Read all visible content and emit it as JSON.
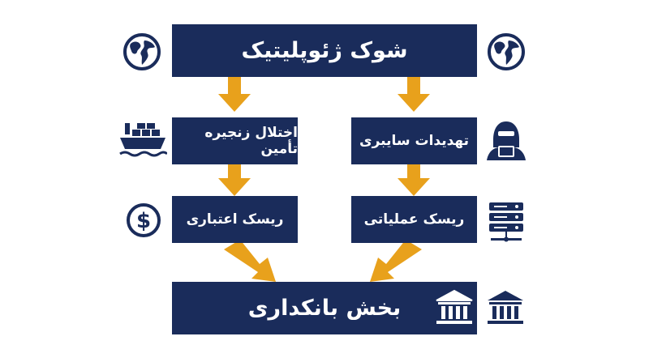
{
  "colors": {
    "box_fill": "#1a2c5b",
    "arrow": "#e8a11c",
    "icon": "#1a2c5b",
    "text": "#ffffff"
  },
  "boxes": {
    "top": "شوک ژئوپلیتیک",
    "supply_chain": "اختلال زنجیره تأمین",
    "cyber": "تهدیدات سایبری",
    "credit_risk": "ریسک اعتباری",
    "operational_risk": "ریسک عملیاتی",
    "bottom": "بخش بانکداری"
  },
  "icons": {
    "top_left": "globe-icon",
    "top_right": "globe-icon",
    "supply_chain": "cargo-ship-icon",
    "cyber": "hacker-icon",
    "credit_risk": "dollar-coin-icon",
    "operational_risk": "server-icon",
    "bottom_left": "bank-icon",
    "bottom_right": "bank-icon"
  }
}
